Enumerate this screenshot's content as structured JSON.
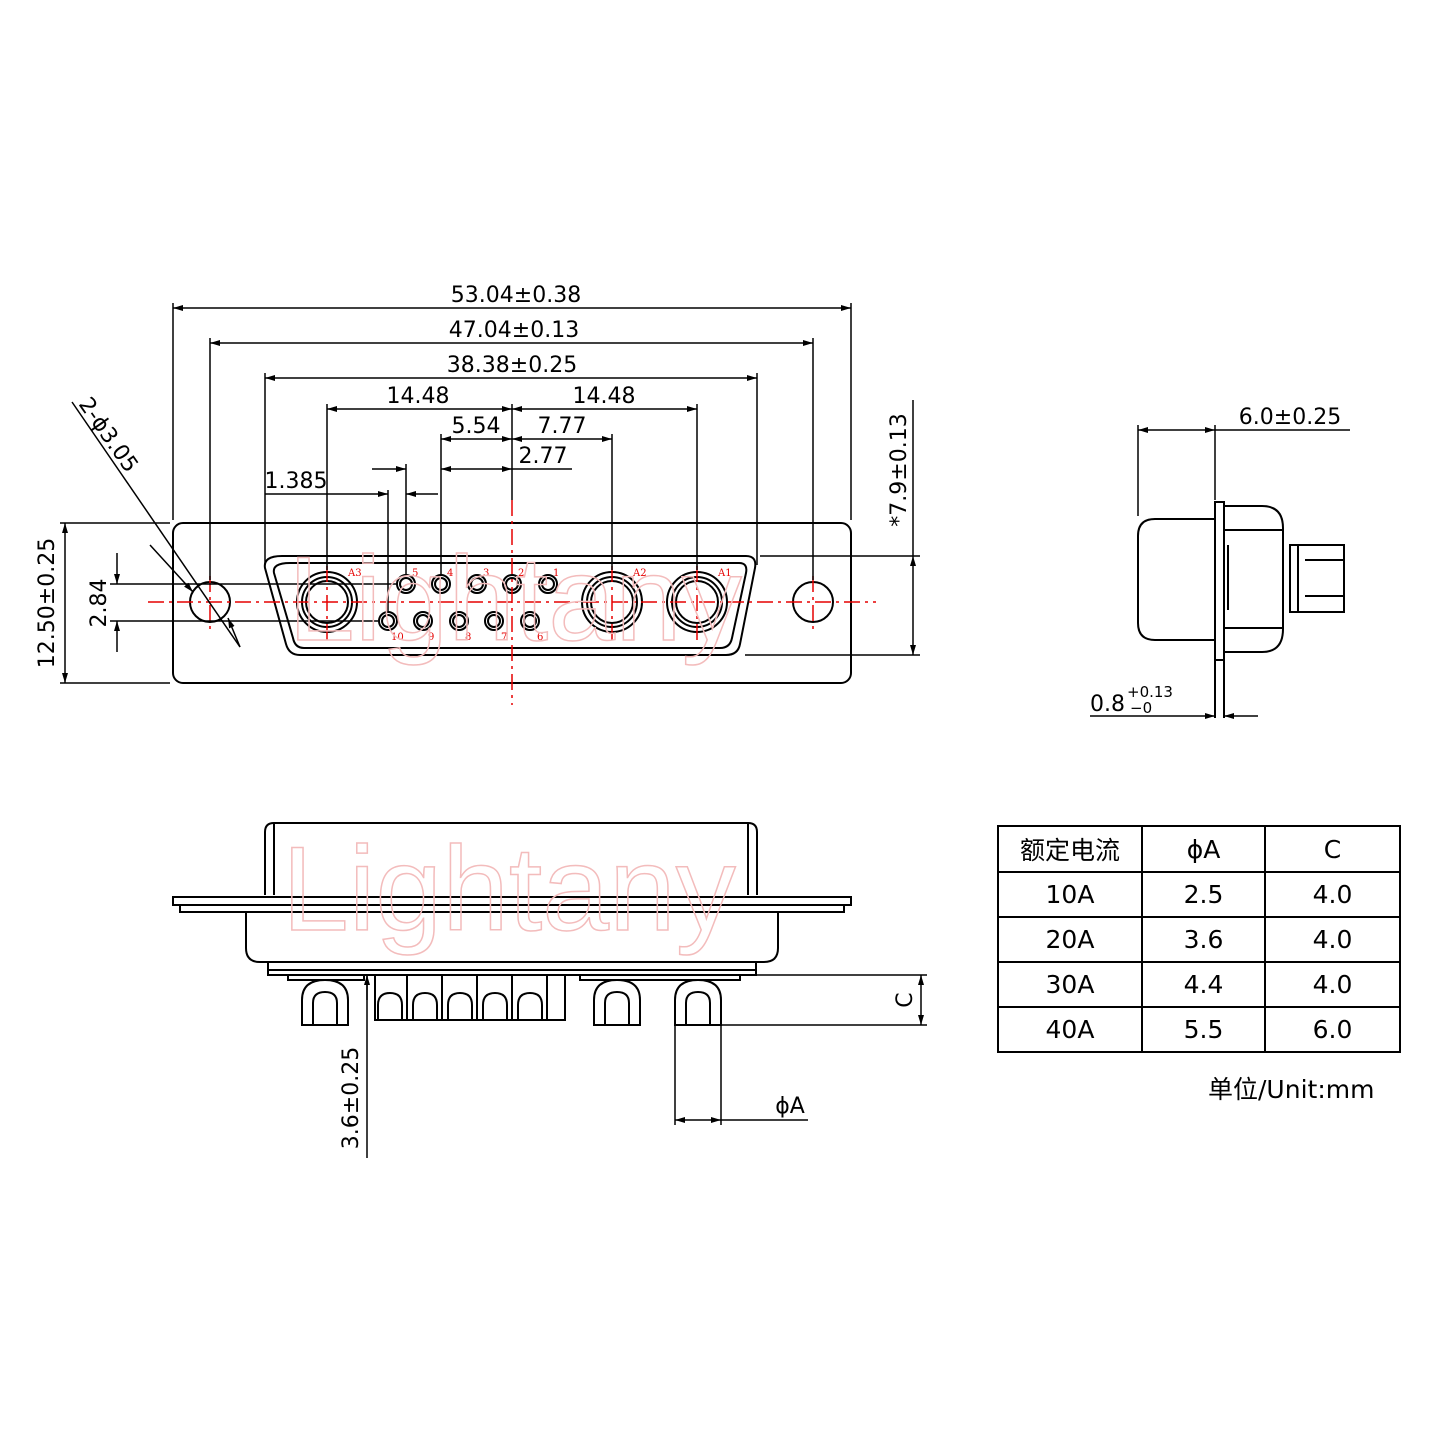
{
  "front_view": {
    "dimensions": {
      "overall_width": "53.04±0.38",
      "mount_hole_pitch": "47.04±0.13",
      "shell_width": "38.38±0.25",
      "coax_left_offset": "14.48",
      "coax_right_offset": "14.48",
      "signal_offset_left": "5.54",
      "signal_offset_right": "7.77",
      "signal_pitch": "2.77",
      "half_pitch": "1.385",
      "mount_hole": "2-ϕ3.05",
      "height_total": "12.50±0.25",
      "row_spacing": "2.84",
      "shell_height": "*7.9±0.13"
    },
    "pin_labels_top": [
      "A3",
      "5",
      "4",
      "3",
      "2",
      "1",
      "A2",
      "A1"
    ],
    "pin_labels_bottom": [
      "10",
      "9",
      "8",
      "7",
      "6"
    ]
  },
  "side_view": {
    "depth": "6.0±0.25",
    "flange_thickness_base": "0.8",
    "flange_tol_plus": "+0.13",
    "flange_tol_minus": "−0"
  },
  "bottom_view": {
    "pin_length": "3.6±0.25",
    "label_c": "C",
    "label_diameter_a": "ϕA"
  },
  "watermark": "Lightany",
  "table": {
    "headers": [
      "额定电流",
      "ϕA",
      "C"
    ],
    "rows": [
      [
        "10A",
        "2.5",
        "4.0"
      ],
      [
        "20A",
        "3.6",
        "4.0"
      ],
      [
        "30A",
        "4.4",
        "4.0"
      ],
      [
        "40A",
        "5.5",
        "6.0"
      ]
    ]
  },
  "unit_note": "单位/Unit:mm",
  "colors": {
    "line": "#000000",
    "centerline": "#e60000",
    "watermark": "#f3bcbc"
  }
}
